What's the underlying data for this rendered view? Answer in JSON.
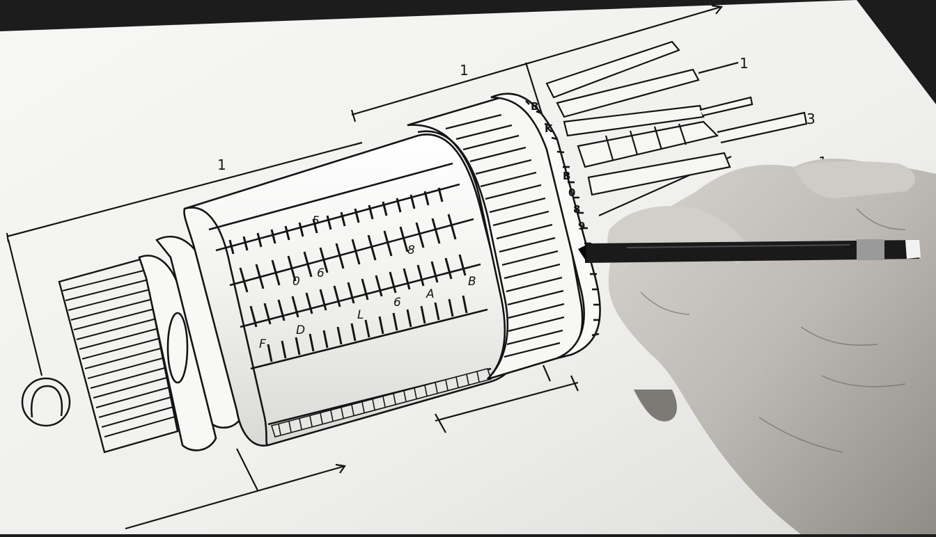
{
  "colors": {
    "background": "#1c1c1c",
    "paper": "#f3f3f1",
    "ink": "#141414",
    "skin": "#c9c6c2",
    "pen_body": "#1a1a1a",
    "pen_band": "#9a9a9a"
  },
  "drawing": {
    "subject": "micrometer-thimble-sketch",
    "dimension_labels": {
      "top": "1",
      "right_top": "1",
      "right_middle": "3",
      "left": "1",
      "right_lower": "1"
    },
    "barrel_marks": [
      "5",
      "0",
      "6",
      "8",
      "L",
      "6",
      "A",
      "F",
      "D",
      "B"
    ],
    "ring_marks": [
      "B",
      "K",
      "B",
      "0",
      "8",
      "9"
    ]
  },
  "elements": {
    "hand": "hand-holding-pen",
    "pen": "black-pen"
  }
}
